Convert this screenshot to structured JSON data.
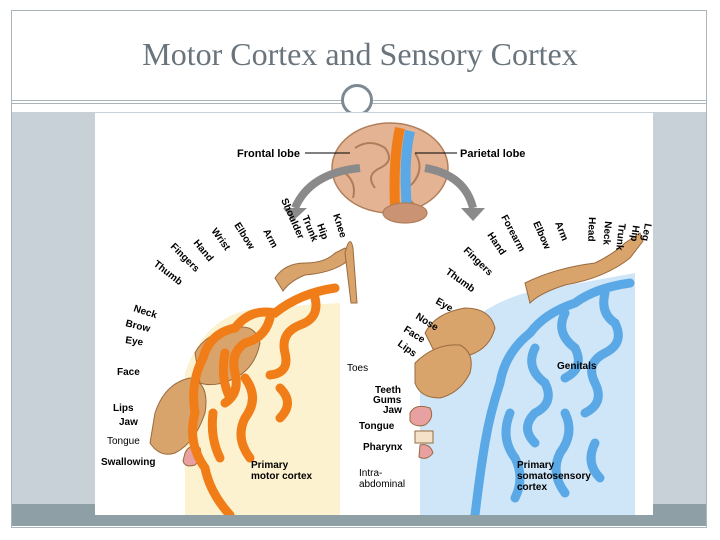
{
  "slide": {
    "title": "Motor Cortex and Sensory Cortex"
  },
  "brain": {
    "frontal_lobe": "Frontal lobe",
    "parietal_lobe": "Parietal lobe"
  },
  "motor": {
    "title_line1": "Primary",
    "title_line2": "motor cortex",
    "labels": [
      "Knee",
      "Hip",
      "Trunk",
      "Shoulder",
      "Arm",
      "Elbow",
      "Wrist",
      "Hand",
      "Fingers",
      "Thumb",
      "Neck",
      "Brow",
      "Eye",
      "Face",
      "Lips",
      "Jaw",
      "Tongue",
      "Swallowing",
      "Toes"
    ]
  },
  "sensory": {
    "title_line1": "Primary",
    "title_line2": "somatosensory",
    "title_line3": "cortex",
    "labels": [
      "Leg",
      "Hip",
      "Trunk",
      "Neck",
      "Head",
      "Arm",
      "Elbow",
      "Forearm",
      "Hand",
      "Fingers",
      "Thumb",
      "Eye",
      "Nose",
      "Face",
      "Lips",
      "Genitals",
      "Teeth",
      "Gums",
      "Jaw",
      "Tongue",
      "Pharynx",
      "Intra-",
      "abdominal"
    ]
  },
  "colors": {
    "motor": "#f07d17",
    "sensory": "#5aa9e6",
    "motor_bg": "#fdf2cf",
    "sensory_bg": "#cfe6f8",
    "homunculus": "#d9a46c"
  }
}
